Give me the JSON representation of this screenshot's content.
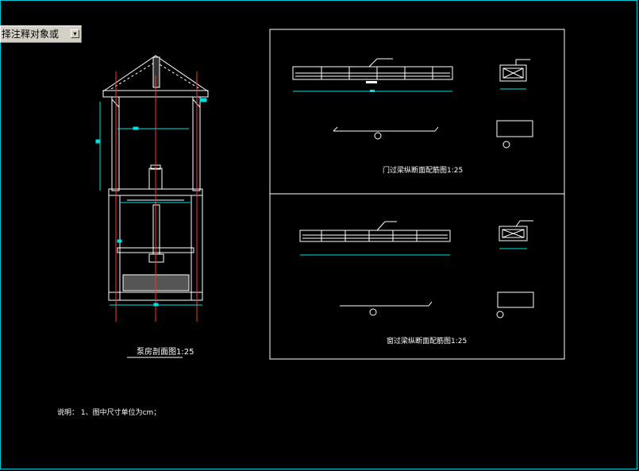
{
  "prompt": {
    "text": "择注释对象或",
    "button_icon": "dropdown-arrow-icon"
  },
  "drawing": {
    "left_title": "泵房剖面图1:25",
    "door_beam_title": "门过梁纵断面配筋图1:25",
    "window_beam_title": "窗过梁纵断面配筋图1:25",
    "note": "说明：  1、图中尺寸单位为cm；",
    "colors": {
      "line": "#ffffff",
      "dimension": "#00e0e0",
      "axis": "#ff3030",
      "frame": "#00c8d8"
    }
  }
}
